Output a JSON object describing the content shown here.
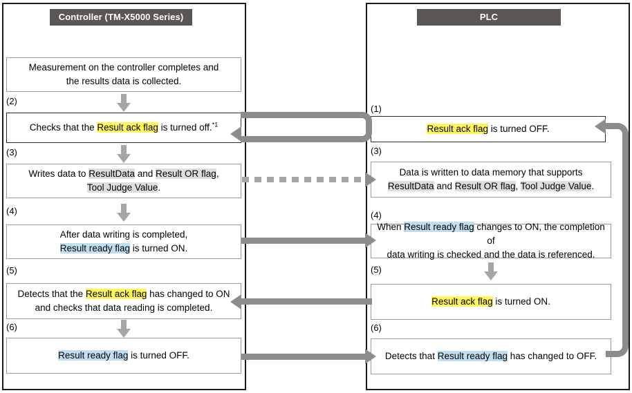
{
  "diagram": {
    "title": "Controller / PLC result data handshake sequence",
    "colors": {
      "header_bar": "#595654",
      "highlight_yellow": "#fff45a",
      "highlight_blue": "#bfdff0",
      "highlight_gray": "#dedede",
      "arrow_gray": "#8c8c8c",
      "down_arrow_gray": "#a6a6a6",
      "lane_border": "#1a1a1a",
      "box_border": "#999999"
    }
  },
  "lanes": {
    "controller": {
      "header": "Controller (TM-X5000 Series)",
      "steps": [
        {
          "number": "",
          "text_plain": "Measurement on the controller completes and the results data is collected.",
          "line1": "Measurement on the controller completes and",
          "line2": "the results data is collected."
        },
        {
          "number": "(2)",
          "text_plain": "Checks that the Result ack flag is turned off.*1",
          "pre": "Checks that the ",
          "flag": "Result ack flag",
          "post": " is turned off.",
          "footnote": "*1"
        },
        {
          "number": "(3)",
          "text_plain": "Writes data to ResultData and Result OR flag, Tool Judge Value.",
          "pre": "Writes data to ",
          "term1": "ResultData",
          "mid": " and ",
          "term2": "Result OR flag",
          "comma": ",",
          "term3": "Tool Judge Value",
          "post": "."
        },
        {
          "number": "(4)",
          "text_plain": "After data writing is completed, Result ready flag is turned ON.",
          "line1": "After data writing is completed,",
          "flag": "Result ready flag",
          "post": " is turned ON."
        },
        {
          "number": "(5)",
          "text_plain": "Detects that the Result ack flag has changed to ON and checks that data reading is completed.",
          "pre": "Detects that the ",
          "flag": "Result ack flag",
          "mid": " has changed to ON",
          "line2": "and checks that data reading is completed."
        },
        {
          "number": "(6)",
          "text_plain": "Result ready flag is turned OFF.",
          "flag": "Result ready flag",
          "post": " is turned OFF."
        }
      ]
    },
    "plc": {
      "header": "PLC",
      "steps": [
        {
          "number": "(1)",
          "text_plain": "Result ack flag is turned OFF.",
          "flag": "Result ack flag",
          "post": " is turned OFF."
        },
        {
          "number": "(3)",
          "text_plain": "Data is written to data memory that supports ResultData and Result OR flag, Tool Judge Value.",
          "line1": "Data is written to data memory that supports",
          "term1": "ResultData",
          "mid": " and ",
          "term2": "Result OR flag",
          "comma": ", ",
          "term3": "Tool Judge Value",
          "post": "."
        },
        {
          "number": "(4)",
          "text_plain": "When Result ready flag changes to ON, the completion of data writing is checked and the data is referenced.",
          "pre": "When ",
          "flag": "Result ready flag",
          "mid": " changes to ON, the completion of",
          "line2": "data writing is checked and the data is referenced."
        },
        {
          "number": "(5)",
          "text_plain": "Result ack flag is turned ON.",
          "flag": "Result ack flag",
          "post": " is turned ON."
        },
        {
          "number": "(6)",
          "text_plain": "Detects that Result ready flag has changed to OFF.",
          "pre": "Detects that ",
          "flag": "Result ready flag",
          "post": " has changed to OFF."
        }
      ]
    }
  },
  "connectors": [
    {
      "name": "loop-step2-step1",
      "from": "plc-step-1",
      "to": "controller-step-2",
      "style": "solid-u-loop",
      "direction": "right-to-left"
    },
    {
      "name": "dotted-step3",
      "from": "controller-step-3",
      "to": "plc-step-3",
      "style": "dotted",
      "direction": "left-to-right"
    },
    {
      "name": "arrow-step4",
      "from": "controller-step-4",
      "to": "plc-step-4",
      "style": "solid",
      "direction": "left-to-right"
    },
    {
      "name": "arrow-step5",
      "from": "plc-step-5",
      "to": "controller-step-5",
      "style": "solid",
      "direction": "right-to-left"
    },
    {
      "name": "arrow-step6",
      "from": "controller-step-6",
      "to": "plc-step-6",
      "style": "solid",
      "direction": "left-to-right"
    },
    {
      "name": "return-loop-step6-step1",
      "from": "plc-step-6",
      "to": "plc-step-1",
      "style": "solid-big-loop",
      "direction": "bottom-to-top"
    }
  ]
}
